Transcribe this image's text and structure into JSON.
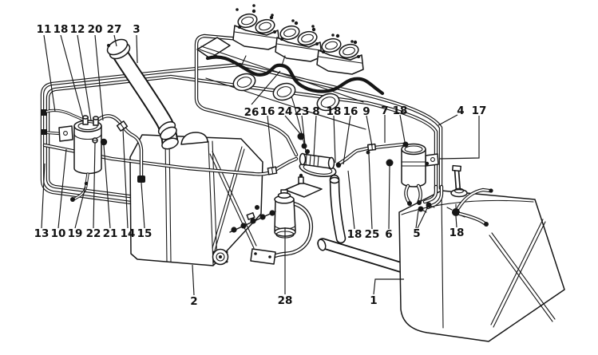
{
  "diagram": {
    "type": "technical-parts-diagram",
    "subject": "fuel-system-line-drawing",
    "background_color": "#ffffff",
    "line_color": "#161616",
    "callouts": [
      "11",
      "18",
      "12",
      "20",
      "27",
      "3",
      "26",
      "16",
      "24",
      "23",
      "8",
      "18",
      "16",
      "9",
      "7",
      "18",
      "4",
      "17",
      "13",
      "10",
      "19",
      "22",
      "21",
      "14",
      "15",
      "18",
      "25",
      "6",
      "5",
      "18",
      "2",
      "28",
      "1"
    ]
  }
}
